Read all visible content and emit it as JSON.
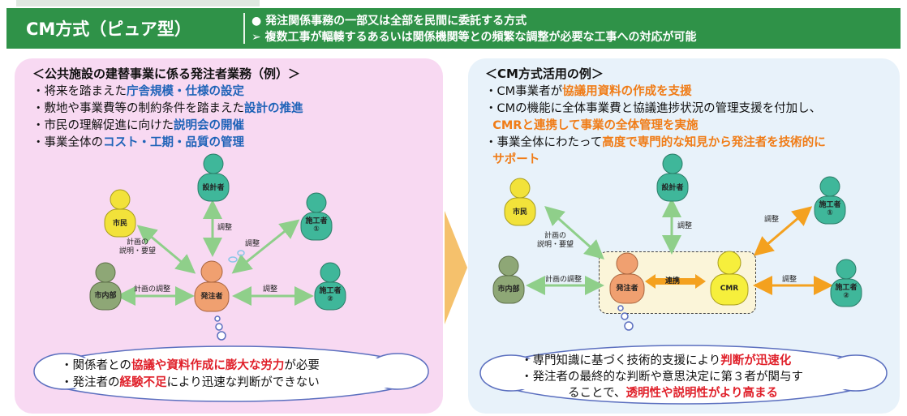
{
  "header": {
    "title": "CM方式（ピュア型）",
    "bullet1": "● 発注関係事務の一部又は全部を民間に委託する方式",
    "bullet2": "➢ 複数工事が輻輳するあるいは関係機関等との頻繁な調整が必要な工事への対応が可能"
  },
  "left": {
    "title": "＜公共施設の建替事業に係る発注者業務（例）＞",
    "items": [
      {
        "pre": "・将来を踏まえた",
        "em": "庁舎規模・仕様の設定",
        "post": ""
      },
      {
        "pre": "・敷地や事業費等の制約条件を踏まえた",
        "em": "設計の推進",
        "post": ""
      },
      {
        "pre": "・市民の理解促進に向けた",
        "em": "説明会の開催",
        "post": ""
      },
      {
        "pre": "・事業全体の",
        "em": "コスト・工期・品質の管理",
        "post": ""
      }
    ],
    "people": {
      "designer": "設計者",
      "citizen": "市民",
      "contractor1": "施工者\n①",
      "internal": "市内部",
      "owner": "発注者",
      "contractor2": "施工者\n②"
    },
    "edges": {
      "designer": "調整",
      "contractor1": "調整",
      "citizen": "計画の\n説明・要望",
      "internal": "計画の調整",
      "contractor2": "調整"
    },
    "cloud": {
      "l1_pre": "・関係者との",
      "l1_em": "協議や資料作成に膨大な労力",
      "l1_post": "が必要",
      "l2_pre": "・発注者の",
      "l2_em": "経験不足",
      "l2_post": "により迅速な判断ができない"
    }
  },
  "right": {
    "title": "＜CM方式活用の例＞",
    "items": [
      {
        "pre": "・CM事業者が",
        "em": "協議用資料の作成を支援",
        "post": ""
      },
      {
        "pre": "・CMの機能に全体事業費と協議進捗状況の管理支援を付加し、",
        "em": "",
        "post": ""
      },
      {
        "pre": "  ",
        "em": "CMRと連携して事業の全体管理を実施",
        "post": ""
      },
      {
        "pre": "・事業全体にわたって",
        "em": "高度で専門的な知見から発注者を技術的に",
        "post": ""
      },
      {
        "pre": "  ",
        "em": "サポート",
        "post": ""
      }
    ],
    "people": {
      "designer": "設計者",
      "citizen": "市民",
      "contractor1": "施工者\n①",
      "internal": "市内部",
      "owner": "発注者",
      "cmr": "CMR",
      "contractor2": "施工者\n②"
    },
    "edges": {
      "designer": "調整",
      "contractor1": "調整",
      "citizen": "計画の\n説明・要望",
      "internal": "計画の調整",
      "contractor2": "調整",
      "link": "連携"
    },
    "cloud": {
      "l1_pre": "・専門知識に基づく技術的支援により",
      "l1_em": "判断が迅速化",
      "l1_post": "",
      "l2_pre": "・発注者の最終的な判断や意思決定に第３者が関与す",
      "l2_em": "",
      "l2_post": "",
      "l3_pre": "ることで、",
      "l3_em": "透明性や説明性がより高まる",
      "l3_post": ""
    }
  },
  "colors": {
    "header": "#2f9248",
    "left_panel": "#f8d9f2",
    "right_panel": "#e8f2fa",
    "arrow": "#f5c16c",
    "emphasis_blue": "#1f63b8",
    "emphasis_orange": "#f07c17",
    "emphasis_red": "#e0202a",
    "person_green": "#3fb79a",
    "person_yellow": "#f2e23a",
    "person_orange": "#f0a070",
    "person_olive": "#8ea776",
    "edge_green": "#8fcf8a",
    "edge_orange": "#f4a11f"
  }
}
